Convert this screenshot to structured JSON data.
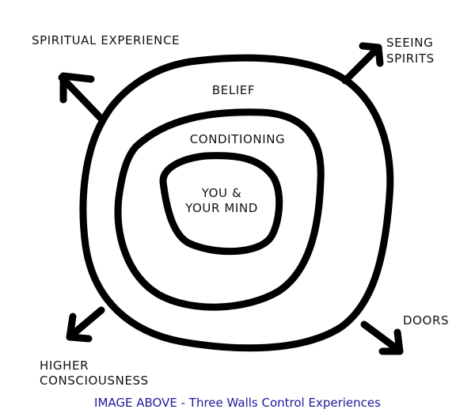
{
  "labels": {
    "spiritual_experience": "SPIRITUAL EXPERIENCE",
    "seeing_spirits_1": "SEEING",
    "seeing_spirits_2": "SPIRITS",
    "belief": "BELIEF",
    "conditioning": "CONDITIONING",
    "you_1": "YOU &",
    "you_2": "YOUR MIND",
    "doors": "DOORS",
    "higher_1": "HIGHER",
    "higher_2": "CONSCIOUSNESS"
  },
  "caption": "IMAGE ABOVE - Three Walls Control Experiences",
  "colors": {
    "ink": "#000000",
    "caption": "#1c1a9c"
  }
}
